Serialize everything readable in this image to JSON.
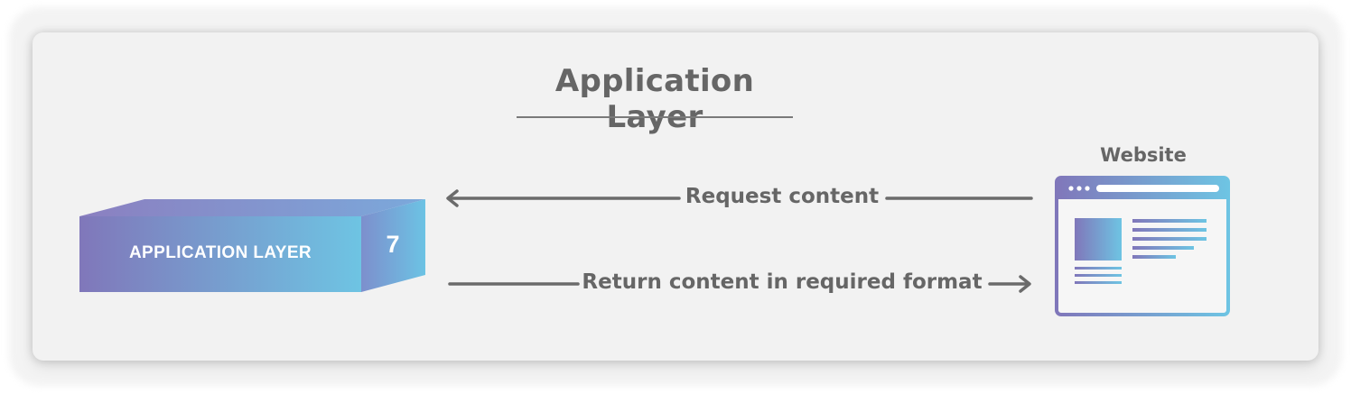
{
  "title": "Application Layer",
  "layer_box": {
    "label": "APPLICATION LAYER",
    "number": "7"
  },
  "website": {
    "label": "Website"
  },
  "arrows": {
    "request": "Request content",
    "return": "Return content in required format"
  },
  "colors": {
    "gradient_start": "#8077ba",
    "gradient_end": "#6ec4e3",
    "text_gray": "#666666",
    "arrow_gray": "#6b6b6b",
    "card_background": "#f2f2f2"
  }
}
